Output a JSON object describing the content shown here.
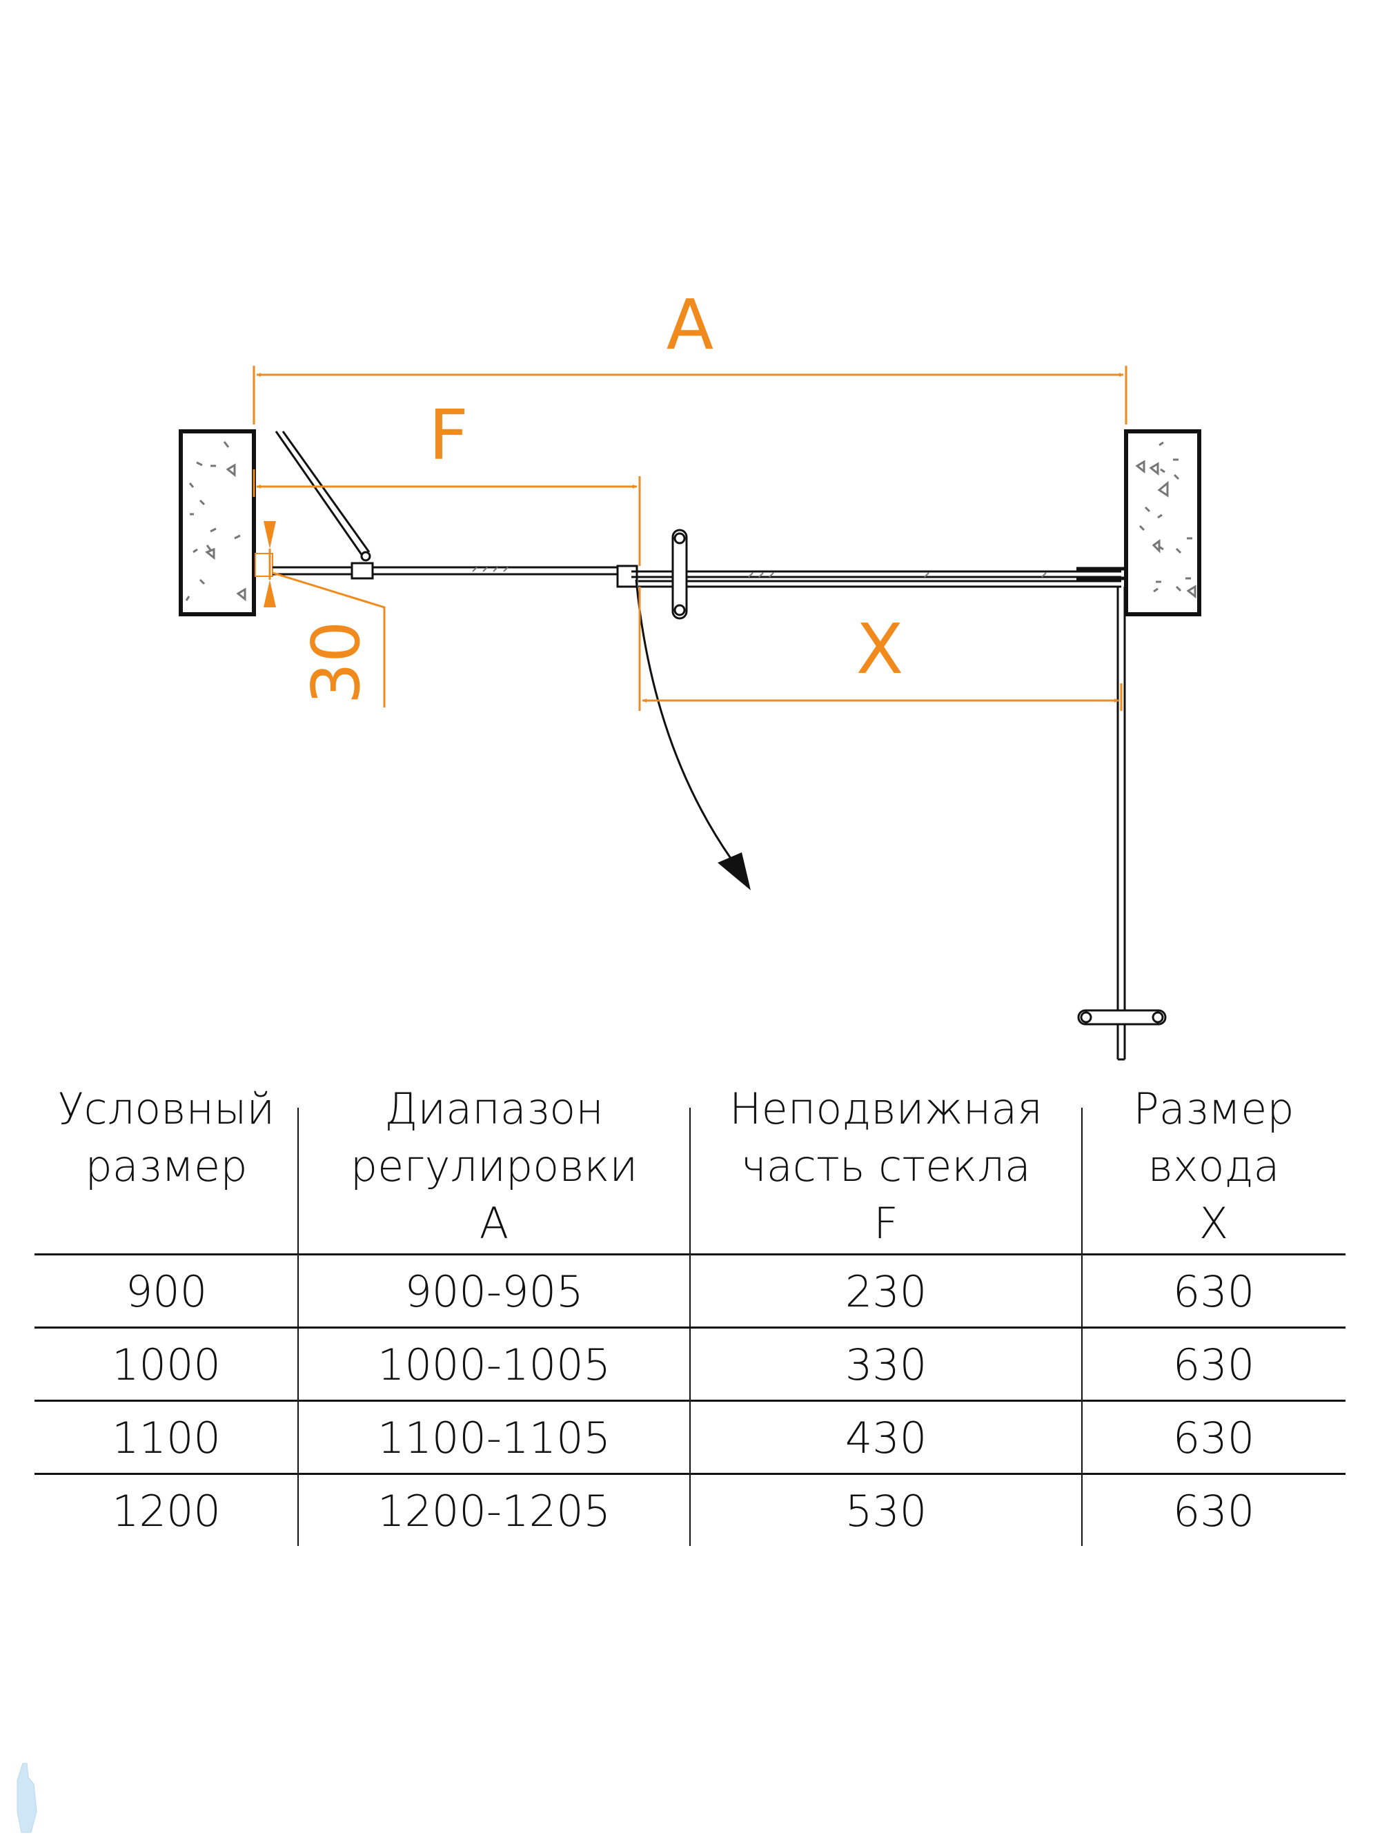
{
  "diagram": {
    "labels": {
      "A": "A",
      "F": "F",
      "X": "X",
      "gap": "30"
    },
    "colors": {
      "dimension": "#f08a1c",
      "line": "#111111",
      "hatch": "#777777"
    }
  },
  "table": {
    "headers": [
      {
        "lines": [
          "Условный",
          "размер"
        ]
      },
      {
        "lines": [
          "Диапазон",
          "регулировки",
          "A"
        ]
      },
      {
        "lines": [
          "Неподвижная",
          "часть стекла",
          "F"
        ]
      },
      {
        "lines": [
          "Размер",
          "входа",
          "X"
        ]
      }
    ],
    "rows": [
      [
        "900",
        "900-905",
        "230",
        "630"
      ],
      [
        "1000",
        "1000-1005",
        "330",
        "630"
      ],
      [
        "1100",
        "1100-1105",
        "430",
        "630"
      ],
      [
        "1200",
        "1200-1205",
        "530",
        "630"
      ]
    ]
  }
}
